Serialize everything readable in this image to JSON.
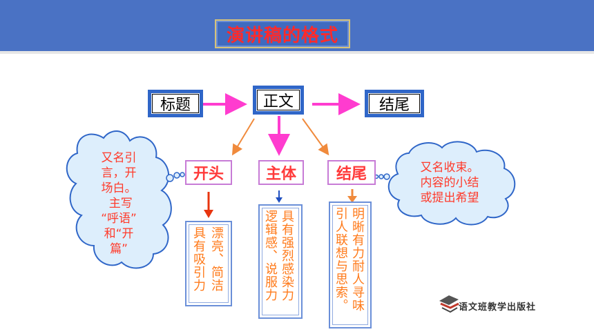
{
  "title": "演讲稿的格式",
  "top_row": {
    "left": "标题",
    "center": "正文",
    "right": "结尾"
  },
  "sections": {
    "opening": {
      "label": "开头",
      "desc_col1": "漂亮、简洁",
      "desc_col2": "具有吸引力"
    },
    "body": {
      "label": "主体",
      "desc_col1": "具有强烈感染力",
      "desc_col2": "逻辑感、说服力"
    },
    "ending": {
      "label": "结尾",
      "desc_col1": "明晰有力耐人寻味",
      "desc_col2": "引人联想与思索。"
    }
  },
  "cloud_left": {
    "text": "又名引\n言，开\n场白。\n 主写\n“呼语”\n和“开\n篇”"
  },
  "cloud_right": {
    "text": "又名收束。\n内容的小结\n或提出希望"
  },
  "publisher": "语文班教学出版社",
  "colors": {
    "header": "#4a72c4",
    "title_text": "#ff2a2a",
    "box_border": "#2f66c8",
    "arrow_pink": "#ff3ccf",
    "arrow_orange": "#f08a3c",
    "arrow_red": "#e8350f",
    "arrow_blue": "#1f4fc0"
  }
}
